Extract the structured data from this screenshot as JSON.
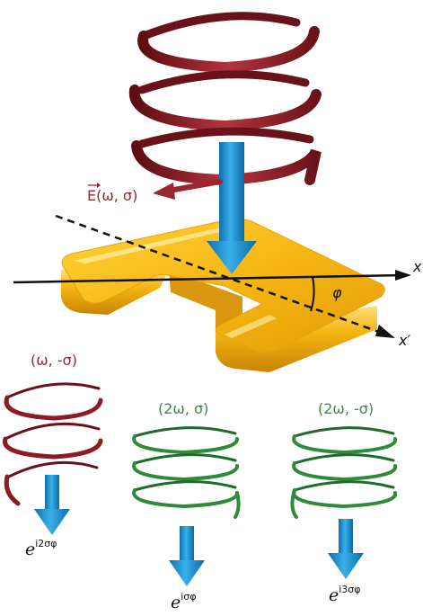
{
  "labels": {
    "field": "E(ω, σ)",
    "axis_x": "x",
    "axis_xprime": "x′",
    "angle": "φ",
    "beam_fundamental": "(ω, -σ)",
    "beam_second_same": "(2ω, σ)",
    "beam_second_opposite": "(2ω, -σ)"
  },
  "phases": {
    "base": "e",
    "fundamental": "i2σφ",
    "second_same": "iσφ",
    "second_opposite": "i3σφ"
  },
  "colors": {
    "helix_red": "#8e1b24",
    "helix_green": "#2f8a3c",
    "arrow_blue": "#1e8fce",
    "gold": "#f2b714",
    "text_red": "#9a2730",
    "text_green": "#3d8a45"
  }
}
